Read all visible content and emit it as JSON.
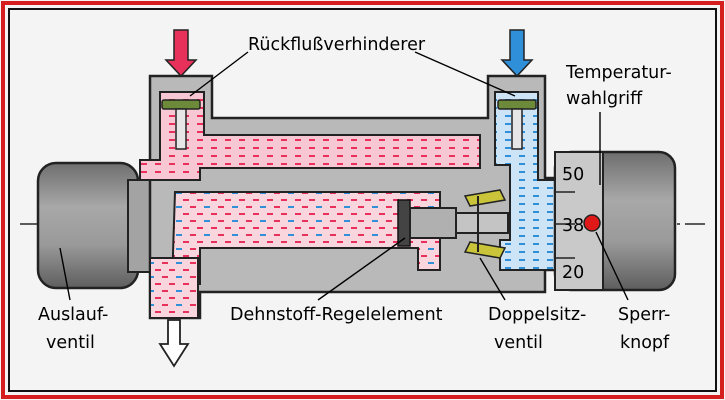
{
  "labels": {
    "check_valve": "Rückflußverhinderer",
    "temp_handle_line1": "Temperatur-",
    "temp_handle_line2": "wahlgriff",
    "outlet_valve_line1": "Auslauf-",
    "outlet_valve_line2": "ventil",
    "thermo_element": "Dehnstoff-Regelelement",
    "double_seat_line1": "Doppelsitz-",
    "double_seat_line2": "ventil",
    "lock_knob_line1": "Sperr-",
    "lock_knob_line2": "knopf"
  },
  "scale": {
    "top": "50",
    "middle": "38",
    "bottom": "20"
  },
  "colors": {
    "hot_water": "#e8315a",
    "cold_water": "#2f8fd8",
    "mixed_water_bg": "#f7c8d3",
    "cold_water_bg": "#cde4f6",
    "body_gray": "#b9b9b9",
    "handle_gray": "#8f8f8f",
    "valve_yellow": "#c9c43a",
    "lock_red": "#e01818",
    "frame_red": "#d51f1f",
    "background": "#f4f4f4"
  }
}
